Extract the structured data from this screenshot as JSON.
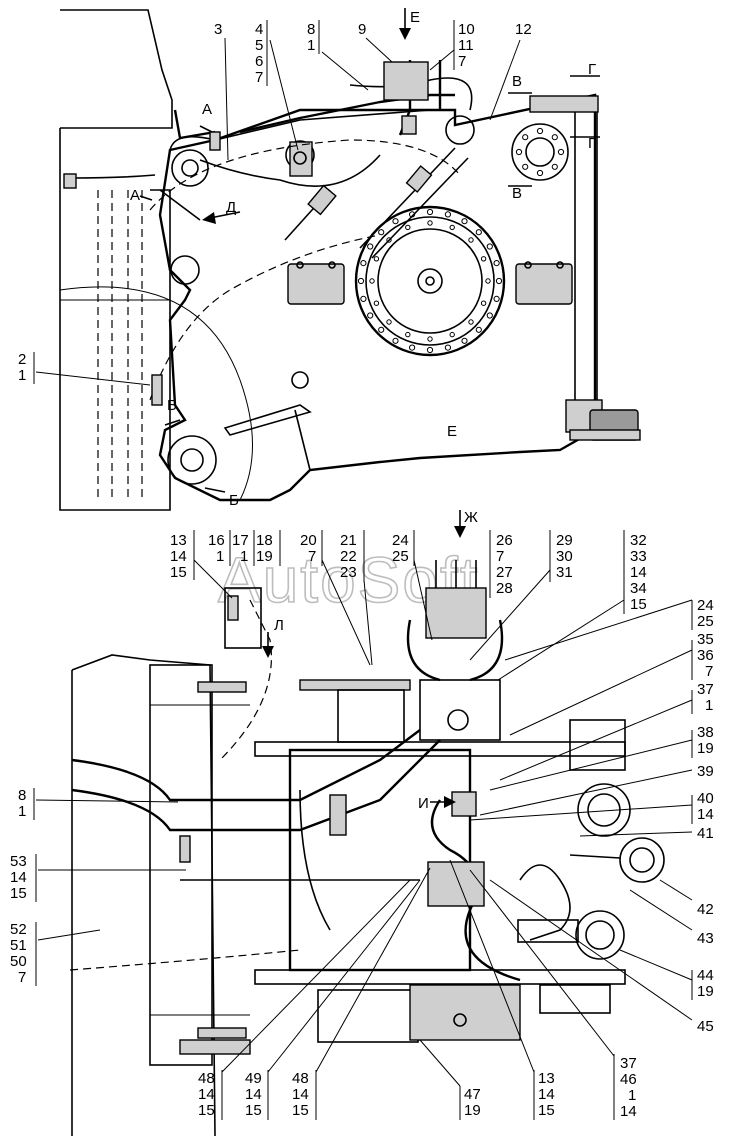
{
  "watermark": "AutoSoft",
  "section_marks": {
    "E_top": "Е",
    "A_top": "А",
    "A_left": "А",
    "D": "Д",
    "B_upper": "Б",
    "B_lower": "Б",
    "V_top": "В",
    "V_bottom": "В",
    "G_top": "Г",
    "G_bottom": "Г",
    "E_view": "Е",
    "Zh": "Ж",
    "L": "Л",
    "I": "И"
  },
  "callouts": {
    "c3": [
      "3"
    ],
    "c4": [
      "4",
      "5",
      "6",
      "7"
    ],
    "c8": [
      "8",
      "1"
    ],
    "c9": [
      "9"
    ],
    "c10": [
      "10",
      "11",
      "7"
    ],
    "c12": [
      "12"
    ],
    "c2": [
      "2",
      "1"
    ],
    "c13a": [
      "13",
      "14",
      "15"
    ],
    "c16": [
      "16",
      "1"
    ],
    "c17": [
      "17",
      "1"
    ],
    "c18": [
      "18",
      "19"
    ],
    "c20": [
      "20",
      "7"
    ],
    "c21": [
      "21",
      "22",
      "23"
    ],
    "c24a": [
      "24",
      "25"
    ],
    "c26": [
      "26",
      "7",
      "27",
      "28"
    ],
    "c29": [
      "29",
      "30",
      "31"
    ],
    "c32": [
      "32",
      "33",
      "14",
      "34",
      "15"
    ],
    "c24b": [
      "24",
      "25"
    ],
    "c35": [
      "35",
      "36",
      "7"
    ],
    "c37a": [
      "37",
      "1"
    ],
    "c38": [
      "38",
      "19"
    ],
    "c39": [
      "39"
    ],
    "c40": [
      "40",
      "14"
    ],
    "c41": [
      "41"
    ],
    "c8b": [
      "8",
      "1"
    ],
    "c53": [
      "53",
      "14",
      "15"
    ],
    "c52": [
      "52",
      "51",
      "50",
      "7"
    ],
    "c42": [
      "42"
    ],
    "c43": [
      "43"
    ],
    "c44": [
      "44",
      "19"
    ],
    "c45": [
      "45"
    ],
    "c48a": [
      "48",
      "14",
      "15"
    ],
    "c49": [
      "49",
      "14",
      "15"
    ],
    "c48b": [
      "48",
      "14",
      "15"
    ],
    "c47": [
      "47",
      "19"
    ],
    "c13b": [
      "13",
      "14",
      "15"
    ],
    "c37b": [
      "37",
      "46",
      "1",
      "14"
    ]
  }
}
